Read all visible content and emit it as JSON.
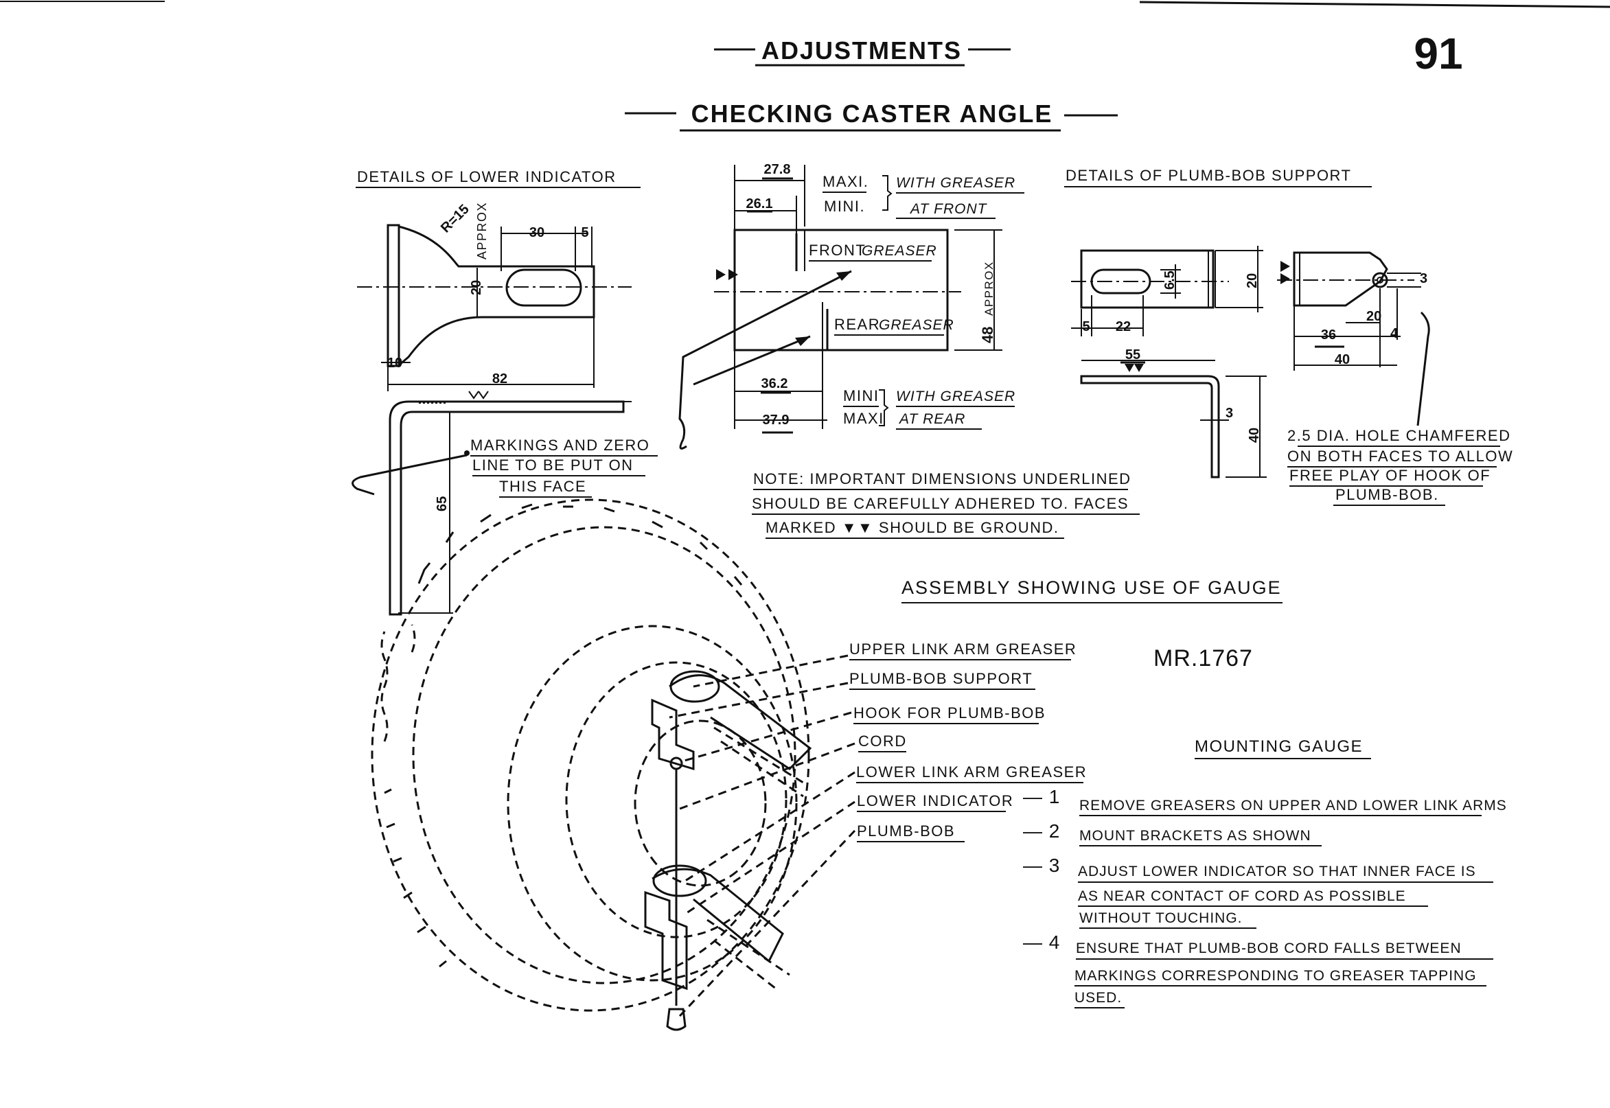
{
  "header": {
    "title": "ADJUSTMENTS",
    "page_number": "91",
    "subtitle": "CHECKING CASTER ANGLE"
  },
  "lower_indicator": {
    "heading": "DETAILS OF LOWER INDICATOR",
    "approx": "APPROX",
    "r_label": "R=15",
    "d30": "30",
    "d5": "5",
    "d20": "20",
    "d10": "10",
    "d82": "82",
    "d65": "65",
    "markings_note": [
      "MARKINGS AND ZERO",
      "LINE TO BE PUT ON",
      "THIS FACE"
    ]
  },
  "greaser_gauge": {
    "d278": "27.8",
    "d261": "26.1",
    "maxi": "MAXI.",
    "mini": "MINI.",
    "with_greaser": "WITH GREASER",
    "at_front": "AT FRONT",
    "front_label": "FRONT",
    "front_italic": "GREASER",
    "rear_label": "REAR",
    "rear_italic": "GREASER",
    "d48": "48",
    "approx": "APPROX",
    "d362": "36.2",
    "d379": "37.9",
    "mini2": "MINI",
    "maxi2": "MAXI",
    "with_greaser2": "WITH GREASER",
    "at_rear": "AT REAR"
  },
  "plumb_support": {
    "heading": "DETAILS OF PLUMB-BOB SUPPORT",
    "d5": "5",
    "d22": "22",
    "d65": "6.5",
    "d20": "20",
    "d55": "55",
    "d3": "3",
    "d40": "40",
    "d36": "36",
    "d20b": "20",
    "d4": "4",
    "d40b": "40",
    "d3b": "3",
    "hole_note": [
      "2.5 DIA. HOLE CHAMFERED",
      "ON BOTH FACES TO ALLOW",
      "FREE PLAY OF HOOK OF",
      "PLUMB-BOB."
    ]
  },
  "note": [
    "NOTE: IMPORTANT DIMENSIONS UNDERLINED",
    "SHOULD BE CAREFULLY ADHERED TO. FACES",
    "MARKED ▼▼ SHOULD BE GROUND."
  ],
  "assembly": {
    "heading": "ASSEMBLY SHOWING USE OF GAUGE",
    "ref": "MR.1767",
    "callouts": [
      "UPPER LINK ARM GREASER",
      "PLUMB-BOB SUPPORT",
      "HOOK FOR PLUMB-BOB",
      "CORD",
      "LOWER LINK ARM GREASER",
      "LOWER INDICATOR",
      "PLUMB-BOB"
    ]
  },
  "mounting": {
    "heading": "MOUNTING GAUGE",
    "steps": [
      {
        "num": "— 1",
        "lines": [
          "REMOVE GREASERS ON UPPER AND LOWER LINK ARMS"
        ]
      },
      {
        "num": "— 2",
        "lines": [
          "MOUNT BRACKETS AS SHOWN"
        ]
      },
      {
        "num": "— 3",
        "lines": [
          "ADJUST LOWER INDICATOR SO THAT INNER FACE IS",
          "AS NEAR CONTACT OF CORD AS POSSIBLE",
          "WITHOUT TOUCHING."
        ]
      },
      {
        "num": "— 4",
        "lines": [
          "ENSURE THAT PLUMB-BOB CORD FALLS BETWEEN",
          "MARKINGS CORRESPONDING TO GREASER TAPPING",
          "USED."
        ]
      }
    ]
  }
}
